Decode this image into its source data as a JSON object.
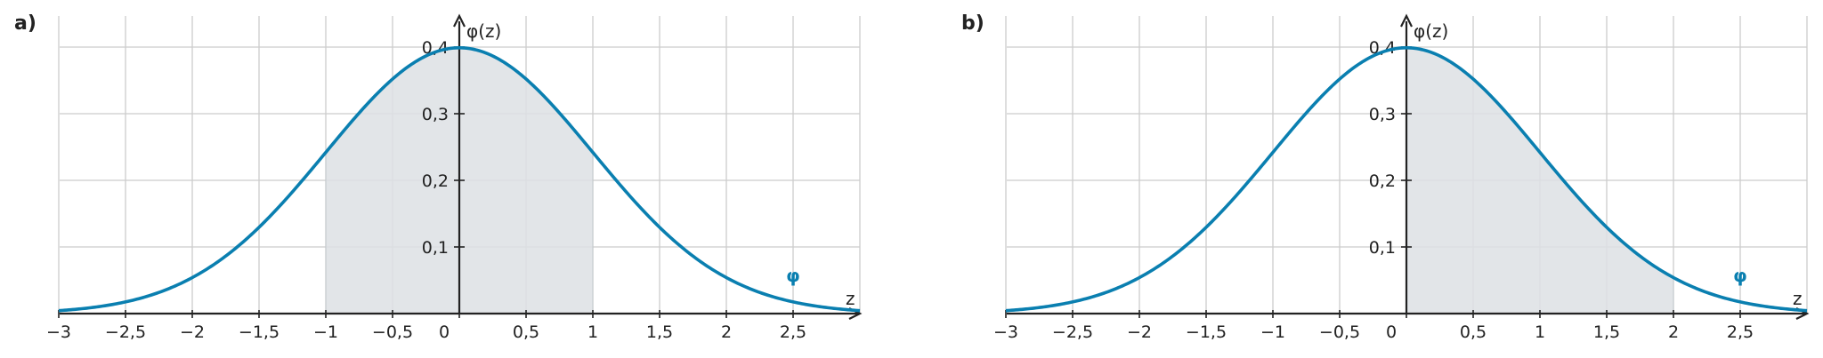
{
  "colors": {
    "curve": "#0a7fb0",
    "shade": "#dde1e4",
    "grid": "#cccccc",
    "axis": "#222222"
  },
  "chart_data": [
    {
      "panel_label": "a)",
      "type": "area",
      "function": "standard normal density",
      "ylabel": "φ(z)",
      "xlabel": "z",
      "series_label": "φ",
      "xlim": [
        -3,
        3
      ],
      "ylim": [
        0,
        0.44
      ],
      "x_ticks": [
        -3,
        -2.5,
        -2,
        -1.5,
        -1,
        -0.5,
        0,
        0.5,
        1,
        1.5,
        2,
        2.5
      ],
      "x_tick_labels": [
        "−3",
        "−2,5",
        "−2",
        "−1,5",
        "−1",
        "−0,5",
        "0",
        "0,5",
        "1",
        "1,5",
        "2",
        "2,5"
      ],
      "y_ticks": [
        0.1,
        0.2,
        0.3,
        0.4
      ],
      "y_tick_labels": [
        "0,1",
        "0,2",
        "0,3",
        "0,4"
      ],
      "shaded_interval": [
        -1,
        1
      ],
      "grid": true
    },
    {
      "panel_label": "b)",
      "type": "area",
      "function": "standard normal density",
      "ylabel": "φ(z)",
      "xlabel": "z",
      "series_label": "φ",
      "xlim": [
        -3,
        3
      ],
      "ylim": [
        0,
        0.44
      ],
      "x_ticks": [
        -3,
        -2.5,
        -2,
        -1.5,
        -1,
        -0.5,
        0,
        0.5,
        1,
        1.5,
        2,
        2.5
      ],
      "x_tick_labels": [
        "−3",
        "−2,5",
        "−2",
        "−1,5",
        "−1",
        "−0,5",
        "0",
        "0,5",
        "1",
        "1,5",
        "2",
        "2,5"
      ],
      "y_ticks": [
        0.1,
        0.2,
        0.3,
        0.4
      ],
      "y_tick_labels": [
        "0,1",
        "0,2",
        "0,3",
        "0,4"
      ],
      "shaded_interval": [
        0,
        2
      ],
      "grid": true
    }
  ]
}
